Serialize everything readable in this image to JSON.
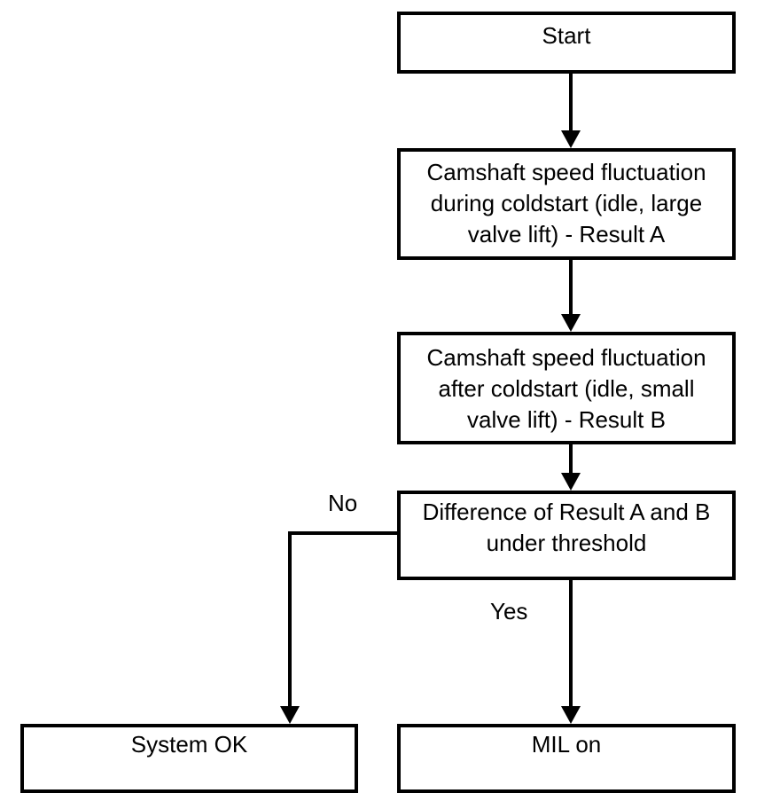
{
  "diagram": {
    "type": "flowchart",
    "colors": {
      "line": "#000000",
      "background": "#ffffff"
    }
  },
  "nodes": {
    "start": {
      "label": "Start"
    },
    "result_a": {
      "label": "Camshaft speed fluctuation\nduring coldstart (idle, large\nvalve lift) - Result A"
    },
    "result_b": {
      "label": "Camshaft speed fluctuation\nafter coldstart (idle, small\nvalve lift) - Result B"
    },
    "decision": {
      "label": "Difference of Result A and B\nunder threshold"
    },
    "system_ok": {
      "label": "System OK"
    },
    "mil_on": {
      "label": "MIL on"
    }
  },
  "edge_labels": {
    "no": "No",
    "yes": "Yes"
  }
}
